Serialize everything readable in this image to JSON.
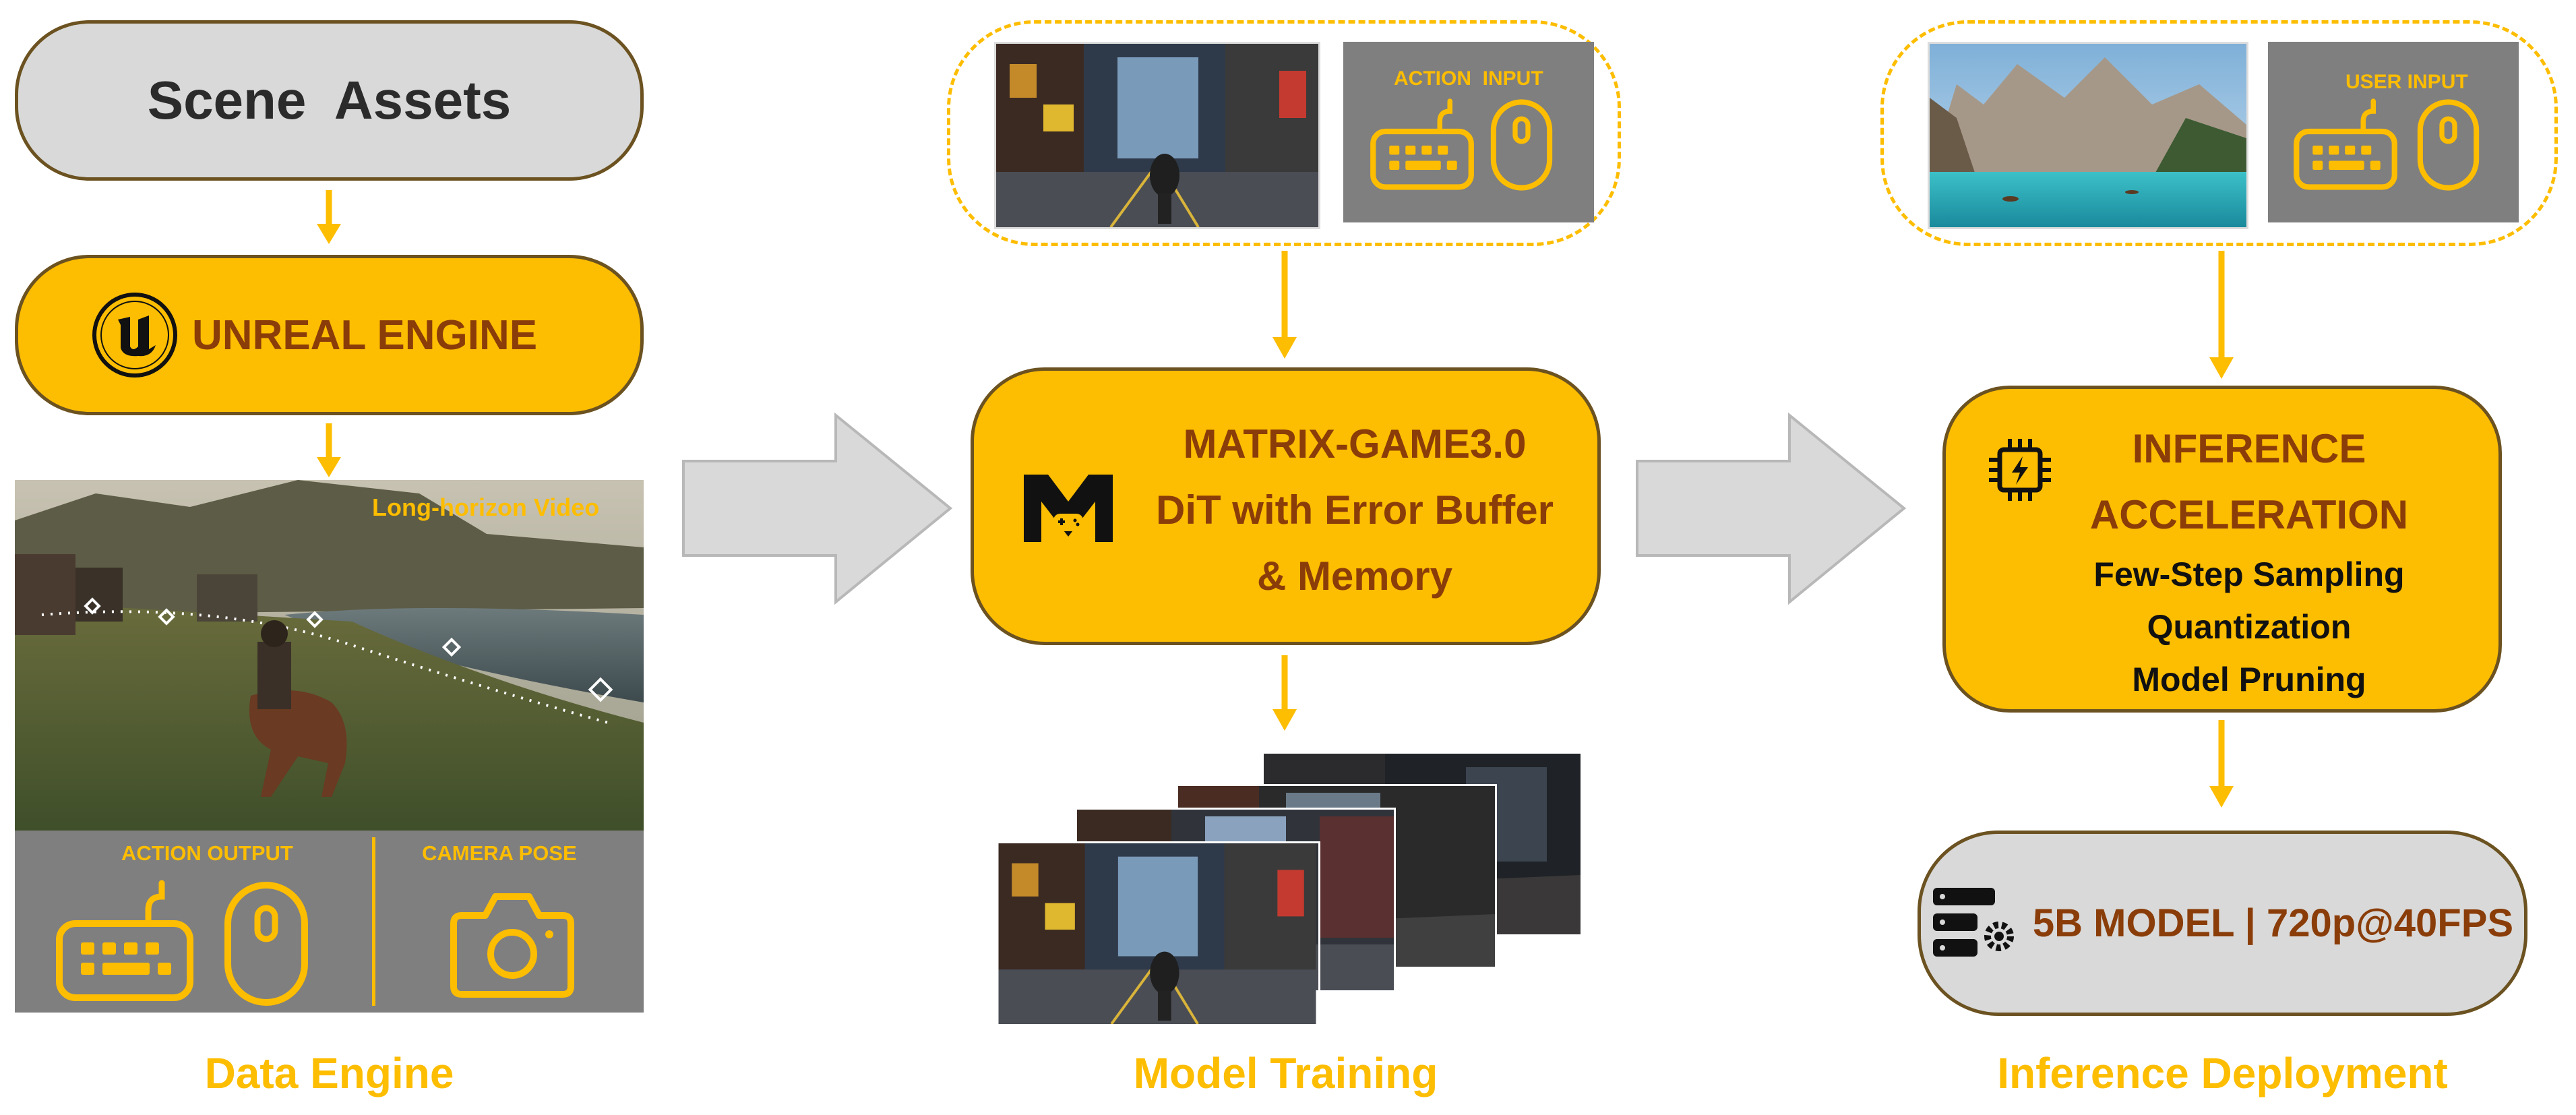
{
  "colors": {
    "accent": "#fdbd00",
    "panel_gray": "#7f7f7f",
    "box_gray": "#d9d9d9",
    "text_brown": "#8a3d09",
    "arrow_gray": "#d9d9d9"
  },
  "data_engine": {
    "scene_assets": "Scene  Assets",
    "unreal_engine": "UNREAL ENGINE",
    "video_label": "Long-horizon Video",
    "action_output": "ACTION OUTPUT",
    "camera_pose": "CAMERA POSE",
    "caption": "Data Engine",
    "icons": [
      "unreal-logo-icon",
      "keyboard-icon",
      "mouse-icon",
      "camera-icon"
    ]
  },
  "model_training": {
    "action_input": "ACTION  INPUT",
    "model_name": "MATRIX-GAME3.0",
    "model_line2": "DiT with Error Buffer",
    "model_line3": "& Memory",
    "caption": "Model Training",
    "icons": [
      "matrix-game-logo-icon",
      "keyboard-icon",
      "mouse-icon"
    ]
  },
  "inference_deployment": {
    "user_input": "USER INPUT",
    "title_line1": "INFERENCE",
    "title_line2": "ACCELERATION",
    "items": [
      "Few-Step Sampling",
      "Quantization",
      "Model Pruning"
    ],
    "deploy_label": "5B MODEL | 720p@40FPS",
    "caption": "Inference Deployment",
    "icons": [
      "chip-icon",
      "server-gear-icon",
      "keyboard-icon",
      "mouse-icon"
    ]
  }
}
